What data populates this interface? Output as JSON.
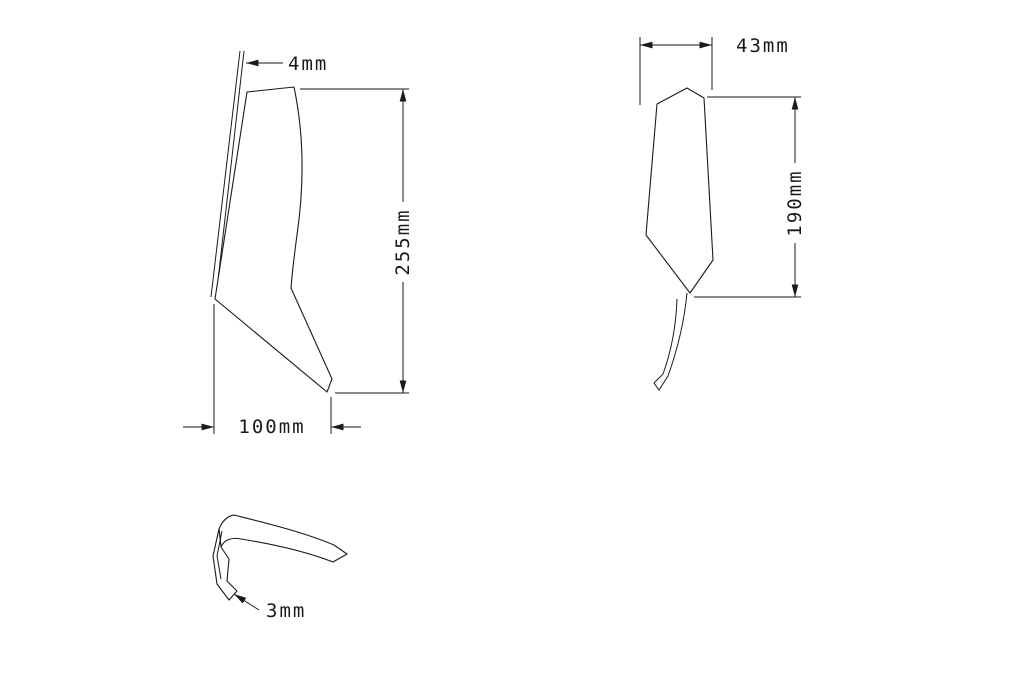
{
  "drawing": {
    "description": "Technical drawing of a motorcycle windscreen with three orthographic views and dimension annotations",
    "colors": {
      "line": "#1a1a1a",
      "background": "#ffffff"
    },
    "views": {
      "side": {
        "name": "side-profile-view",
        "thickness_label": "4mm",
        "height_label": "255mm",
        "width_label": "100mm"
      },
      "front": {
        "name": "front-profile-view",
        "width_label": "43mm",
        "height_label": "190mm"
      },
      "top": {
        "name": "top-section-view",
        "thickness_label": "3mm"
      }
    }
  }
}
